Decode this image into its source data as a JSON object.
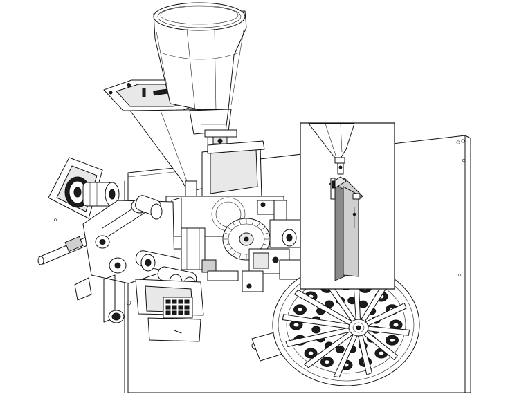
{
  "title": "",
  "colors": {
    "line": "#111111",
    "background": "#ffffff",
    "highlight_part": "#cfcfcf",
    "dark_parts": "#1c1c1c"
  },
  "components": [
    "hopper-funnel",
    "mounting-flange-plate",
    "lower-funnel-chute",
    "machine-frame-panel",
    "left-motor-unit",
    "pulley-assembly",
    "gear-drive",
    "roller-assembly",
    "rotary-wheel-turret",
    "inset-detail-view",
    "highlighted-cartridge",
    "discharge-shaft",
    "control-block"
  ],
  "inset": {
    "shows": "detail-of-chute-outlet-with-highlighted-cartridge"
  }
}
